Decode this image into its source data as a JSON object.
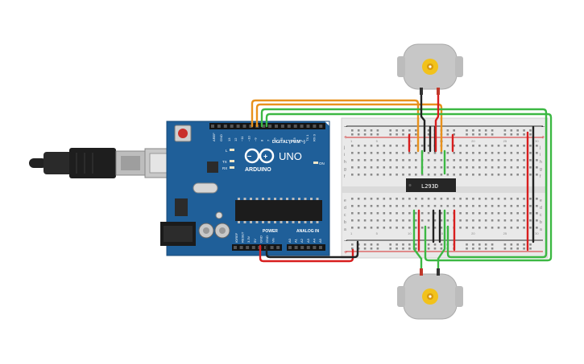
{
  "arduino": {
    "brand": "ARDUINO",
    "model": "UNO",
    "digital_label": "DIGITAL (PWM ~)",
    "power_label": "POWER",
    "analog_label": "ANALOG IN",
    "on_label": "ON",
    "led_l": "L",
    "led_tx": "TX",
    "led_rx": "RX",
    "aref": "AREF",
    "gnd": "GND",
    "digital_pins": [
      "13",
      "12",
      "~11",
      "~10",
      "~9",
      "8",
      "7",
      "~6",
      "~5",
      "4",
      "~3",
      "2",
      "TX 1",
      "RX 0"
    ],
    "power_pins": [
      "IOREF",
      "RESET",
      "3.3V",
      "5V",
      "GND",
      "GND",
      "Vin"
    ],
    "analog_pins": [
      "A0",
      "A1",
      "A2",
      "A3",
      "A4",
      "A5"
    ]
  },
  "chip": {
    "label": "L293D"
  },
  "breadboard": {
    "top_rows": [
      "j",
      "i",
      "h",
      "g",
      "f"
    ],
    "bottom_rows": [
      "e",
      "d",
      "c",
      "b",
      "a"
    ],
    "col_numbers": [
      "1",
      "5",
      "10",
      "15",
      "20",
      "25",
      "30"
    ]
  },
  "colors": {
    "board": "#1f5f99",
    "wire_orange": "#e8911c",
    "wire_green": "#3cb843",
    "wire_red": "#d81e1e",
    "wire_black": "#222222",
    "motor_gear": "#f2c21b"
  },
  "motors": [
    {
      "name": "top-motor"
    },
    {
      "name": "bottom-motor"
    }
  ]
}
